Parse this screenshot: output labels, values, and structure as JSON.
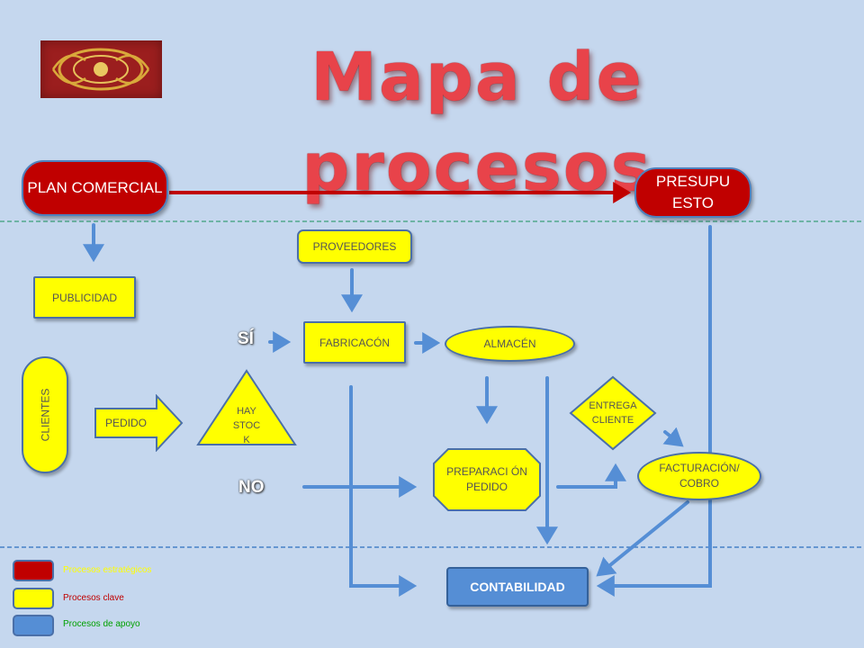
{
  "title": "Mapa de procesos",
  "nodes": {
    "plan_comercial": "PLAN COMERCIAL",
    "presupuesto": "PRESUPU ESTO",
    "proveedores": "PROVEEDORES",
    "publicidad": "PUBLICIDAD",
    "fabricacion": "FABRICACÓN",
    "almacen": "ALMACÉN",
    "clientes": "CLIENTES",
    "pedido": "PEDIDO",
    "hay_stock": "HAY STOC K",
    "entrega_cliente": "ENTREGA CLIENTE",
    "preparacion_pedido": "PREPARACI ÓN PEDIDO",
    "facturacion_cobro": "FACTURACIÓN/ COBRO",
    "contabilidad": "CONTABILIDAD"
  },
  "branches": {
    "yes": "SÍ",
    "no": "NO"
  },
  "legend": [
    {
      "label": "Procesos estratégicos",
      "color": "#c00000",
      "text_color": "#ffff00"
    },
    {
      "label": "Procesos clave",
      "color": "#ffff00",
      "text_color": "#c00000"
    },
    {
      "label": "Procesos de apoyo",
      "color": "#558ed5",
      "text_color": "#00a000"
    }
  ],
  "colors": {
    "strategic": "#c00000",
    "key": "#ffff00",
    "support": "#558ed5",
    "arrow": "#558ed5",
    "strategic_arrow": "#c00000",
    "background": "#c5d7ee"
  }
}
